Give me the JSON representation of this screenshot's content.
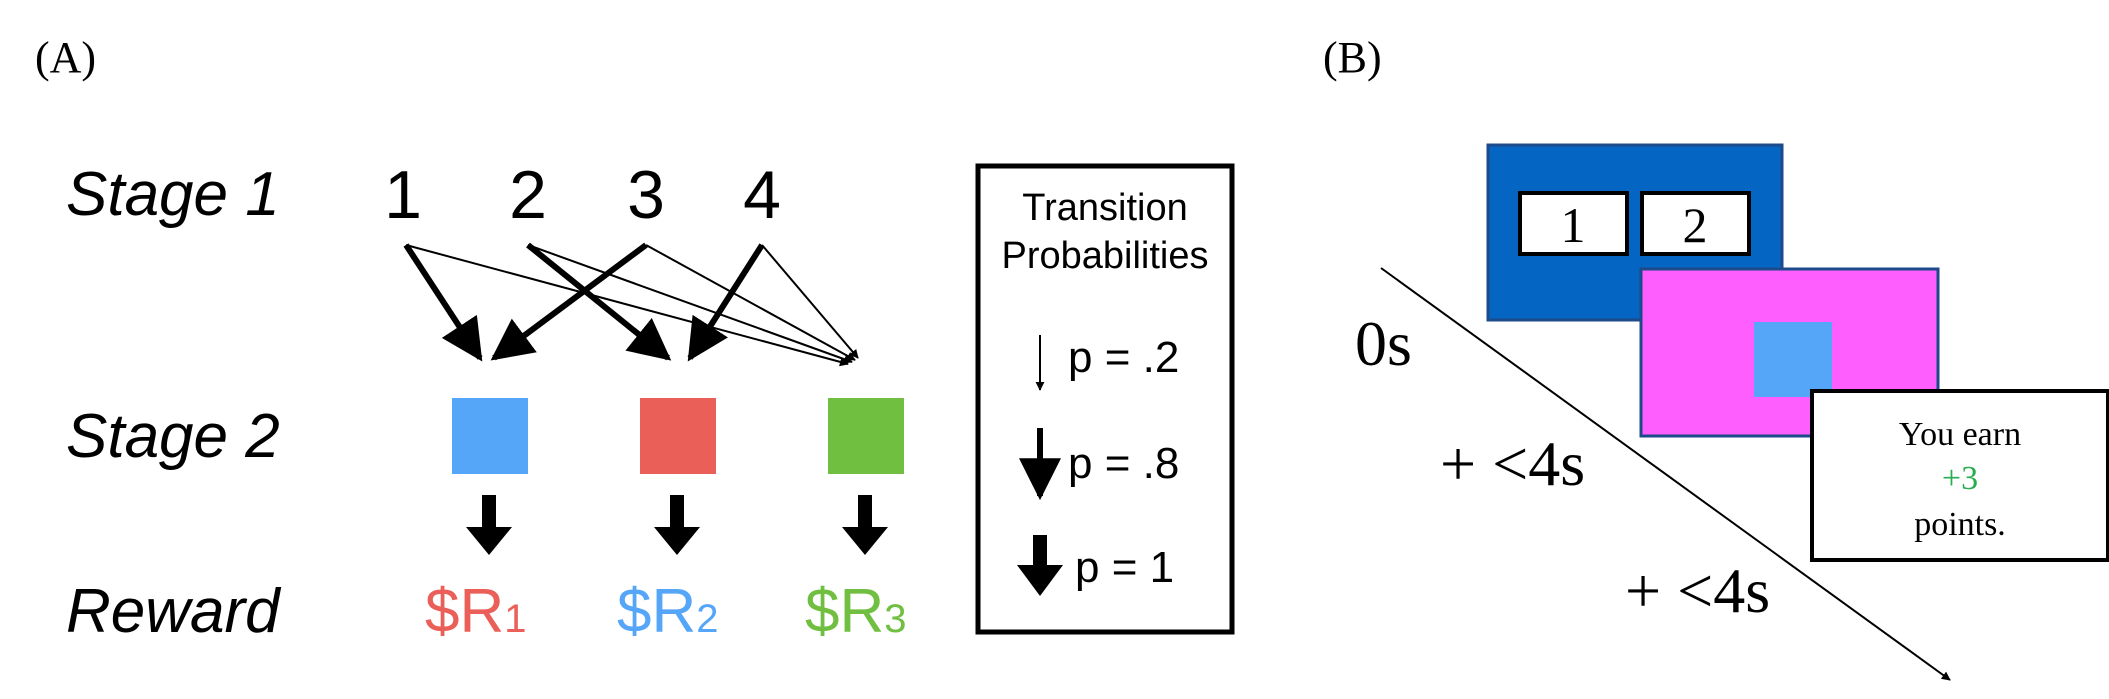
{
  "panel_a": {
    "label": "(A)",
    "rows": {
      "stage1": "Stage 1",
      "stage2": "Stage 2",
      "reward": "Reward"
    },
    "stage1_options": [
      "1",
      "2",
      "3",
      "4"
    ],
    "stage2_states": [
      {
        "color": "#55a6f8"
      },
      {
        "color": "#ea5f57"
      },
      {
        "color": "#70bf41"
      }
    ],
    "rewards": [
      {
        "text": "$R",
        "sub": "1",
        "color": "#ea5f57"
      },
      {
        "text": "$R",
        "sub": "2",
        "color": "#55a6f8"
      },
      {
        "text": "$R",
        "sub": "3",
        "color": "#70bf41"
      }
    ],
    "legend": {
      "title_line1": "Transition",
      "title_line2": "Probabilities",
      "items": [
        {
          "label": "p = .2",
          "probability": 0.2
        },
        {
          "label": "p = .8",
          "probability": 0.8
        },
        {
          "label": "p = 1",
          "probability": 1
        }
      ]
    }
  },
  "panel_b": {
    "label": "(B)",
    "screen1": {
      "color": "#0565c3",
      "options": [
        "1",
        "2"
      ]
    },
    "screen2": {
      "color": "#ff5eff",
      "stimulus_color": "#55a6f8"
    },
    "screen3": {
      "line1": "You earn",
      "amount": "+3",
      "amount_color": "#27ad4f",
      "line3": "points."
    },
    "timing": [
      "0s",
      "+ <4s",
      "+ <4s"
    ]
  }
}
